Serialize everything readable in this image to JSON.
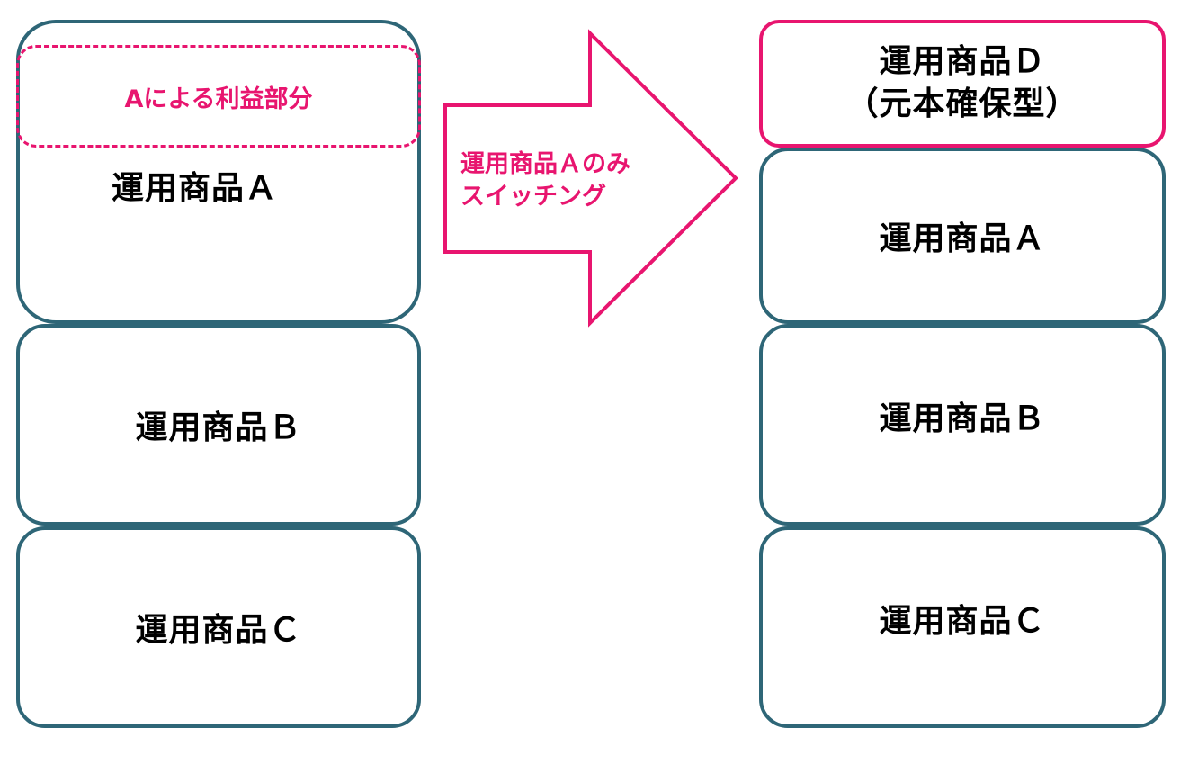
{
  "colors": {
    "box_border": "#2e6677",
    "accent": "#e8156f"
  },
  "left": {
    "profit_label": "Aによる利益部分",
    "product_a": "運用商品Ａ",
    "product_b": "運用商品Ｂ",
    "product_c": "運用商品Ｃ"
  },
  "arrow": {
    "line1": "運用商品Ａのみ",
    "line2": "スイッチング"
  },
  "right": {
    "product_d_line1": "運用商品Ｄ",
    "product_d_line2": "（元本確保型）",
    "product_a": "運用商品Ａ",
    "product_b": "運用商品Ｂ",
    "product_c": "運用商品Ｃ"
  }
}
